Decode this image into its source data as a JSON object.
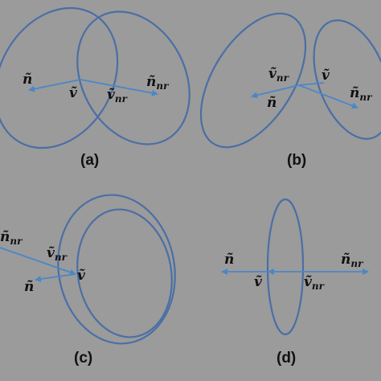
{
  "colors": {
    "background": "#9b9b9b",
    "ellipse": "#4a6fa5",
    "arrow": "#4a87c8",
    "text": "#111111"
  },
  "panels": {
    "a": {
      "caption": "(a)",
      "n": "ñ",
      "v": "ṽ",
      "v_nr": "ṽ",
      "v_nr_sub": "nr",
      "n_nr": "ñ",
      "n_nr_sub": "nr"
    },
    "b": {
      "caption": "(b)",
      "n": "ñ",
      "v": "ṽ",
      "v_nr": "ṽ",
      "v_nr_sub": "nr",
      "n_nr": "ñ",
      "n_nr_sub": "nr"
    },
    "c": {
      "caption": "(c)",
      "n": "ñ",
      "v": "ṽ",
      "v_nr": "ṽ",
      "v_nr_sub": "nr",
      "n_nr": "ñ",
      "n_nr_sub": "nr"
    },
    "d": {
      "caption": "(d)",
      "n": "ñ",
      "v": "ṽ",
      "v_nr": "ṽ",
      "v_nr_sub": "nr",
      "n_nr": "ñ",
      "n_nr_sub": "nr"
    }
  }
}
